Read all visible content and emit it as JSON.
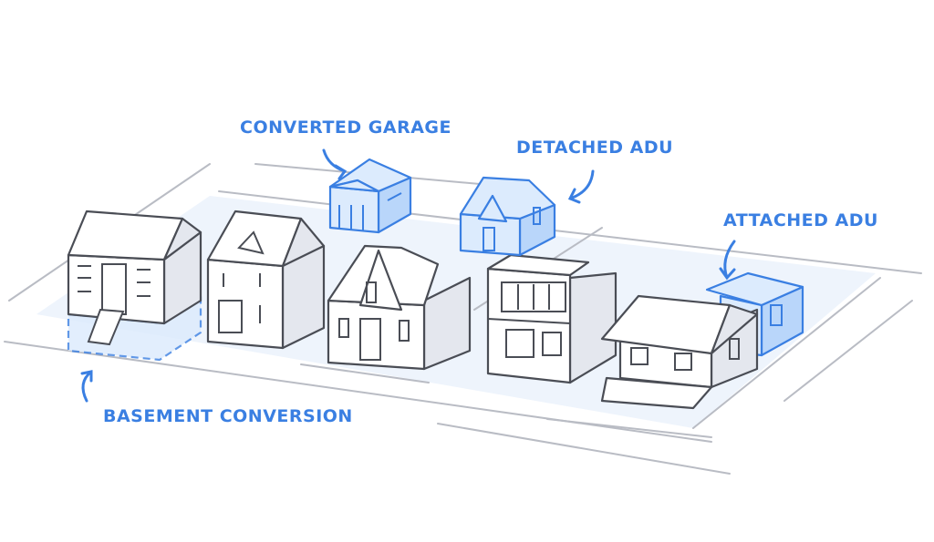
{
  "labels": {
    "converted_garage": "CONVERTED GARAGE",
    "detached_adu": "DETACHED ADU",
    "attached_adu": "ATTACHED ADU",
    "basement_conversion": "BASEMENT CONVERSION"
  },
  "colors": {
    "accent": "#3a7fe2",
    "shade": "#dcebfd",
    "outline": "#4a4d55"
  }
}
